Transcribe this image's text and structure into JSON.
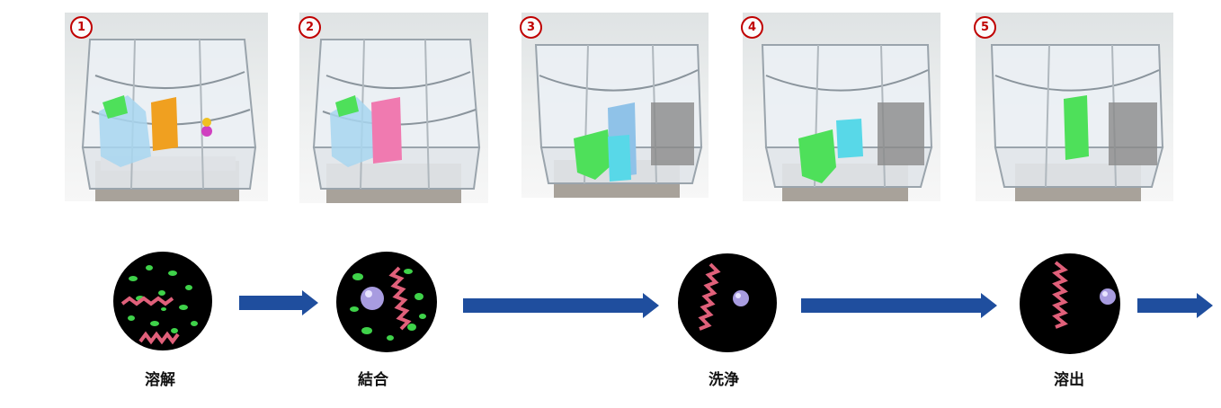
{
  "steps": [
    {
      "number": "1"
    },
    {
      "number": "2"
    },
    {
      "number": "3"
    },
    {
      "number": "4"
    },
    {
      "number": "5"
    }
  ],
  "stages": [
    {
      "label": "溶解"
    },
    {
      "label": "結合"
    },
    {
      "label": "洗浄"
    },
    {
      "label": "溶出"
    }
  ],
  "colors": {
    "step_number": "#c00000",
    "arrow": "#1f4e9e",
    "reagent_green": "#4ee05a",
    "reagent_orange": "#f0a020",
    "reagent_pink": "#f07ab0",
    "reagent_cyan": "#58d8e8",
    "reagent_blue": "#8fc2e8",
    "helix": "#e0607a",
    "bead": "#a89ce0"
  }
}
